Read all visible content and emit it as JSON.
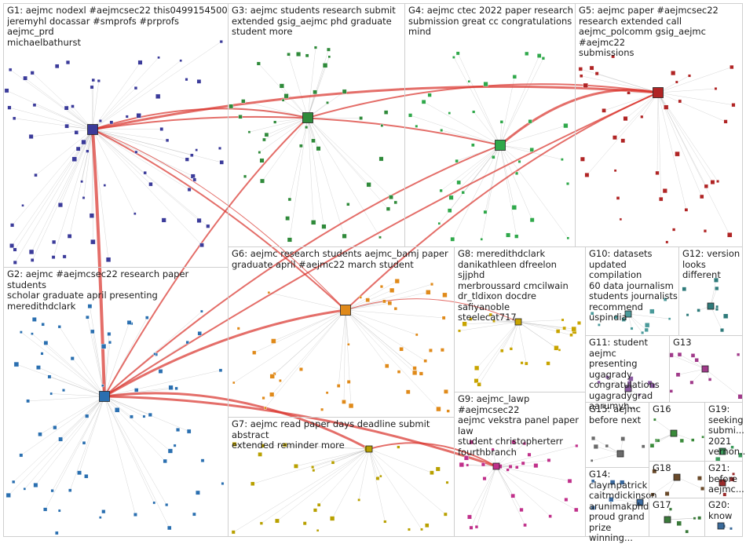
{
  "colors": {
    "edge_gray": "#8a8a8a",
    "edge_red": "#d9302a",
    "panel_border": "#cfcfcf",
    "label_text": "#1c1c1c"
  },
  "groups": [
    {
      "id": "G1",
      "label": "G1: aejmc nodexl #aejmcsec22 this0499154500\njeremyhl docassar #smprofs #prprofs aejmc_prd\nmichaelbathurst",
      "color": "#3b3b9a"
    },
    {
      "id": "G3",
      "label": "G3: aejmc students research submit\nextended gsig_aejmc phd graduate\nstudent more",
      "color": "#2f8a3a"
    },
    {
      "id": "G4",
      "label": "G4: aejmc ctec 2022 paper research\nsubmission great cc congratulations\nmind",
      "color": "#2fa84a"
    },
    {
      "id": "G5",
      "label": "G5: aejmc paper #aejmcsec22\nresearch extended call\naejmc_polcomm gsig_aejmc #aejmc22\nsubmissions",
      "color": "#b02424"
    },
    {
      "id": "G2",
      "label": "G2: aejmc #aejmcsec22 research paper students\nscholar graduate april presenting meredithdclark",
      "color": "#2a6fb0"
    },
    {
      "id": "G6",
      "label": "G6: aejmc research students aejmc_bamj paper\ngraduate april #aejmc22 march student",
      "color": "#e08a1a"
    },
    {
      "id": "G8",
      "label": "G8: meredithdclark\ndanikathleen dfreelon sjjphd\nmerbroussard cmcilwain\ndr_tldixon docdre safiyanoble\nsteelecat717",
      "color": "#c8a400"
    },
    {
      "id": "G10",
      "label": "G10: datasets\nupdated compilation\n60 data journalism\nstudents journalists\nrecommend uspindia",
      "color": "#4a9a9a"
    },
    {
      "id": "G12",
      "label": "G12: version\nlooks different",
      "color": "#2e7a7a"
    },
    {
      "id": "G11",
      "label": "G11: student aejmc\npresenting\nugagrady\ncongratulations\nugagradygrad\naarumyh...",
      "color": "#8a5aa0"
    },
    {
      "id": "G13",
      "label": "G13",
      "color": "#a03a8a"
    },
    {
      "id": "G7",
      "label": "G7: aejmc read paper days deadline submit abstract\nextended reminder more",
      "color": "#b8a000"
    },
    {
      "id": "G9",
      "label": "G9: aejmc_lawp #aejmcsec22\naejmc vekstra panel paper law\nstudent christopherterr\nfourthbranch",
      "color": "#c0308a"
    },
    {
      "id": "G15",
      "label": "G15: aejmc\nbefore next",
      "color": "#6a6a6a"
    },
    {
      "id": "G16",
      "label": "G16",
      "color": "#3a8a3a"
    },
    {
      "id": "G19",
      "label": "G19:\nseeking\nsubmi...\n2021\nvernon...",
      "color": "#3a9a5a"
    },
    {
      "id": "G14",
      "label": "G14:\nclaympatrick\ncaitmdickinson\narunimakphd\nproud grand\nprize winning...",
      "color": "#3a6aa0"
    },
    {
      "id": "G18",
      "label": "G18",
      "color": "#6a4a2a"
    },
    {
      "id": "G21",
      "label": "G21:\nbefore\naejmc...",
      "color": "#9a2a2a"
    },
    {
      "id": "G17",
      "label": "G17",
      "color": "#3a7a3a"
    },
    {
      "id": "G20",
      "label": "G20:\nknow",
      "color": "#3a6a9a"
    }
  ]
}
